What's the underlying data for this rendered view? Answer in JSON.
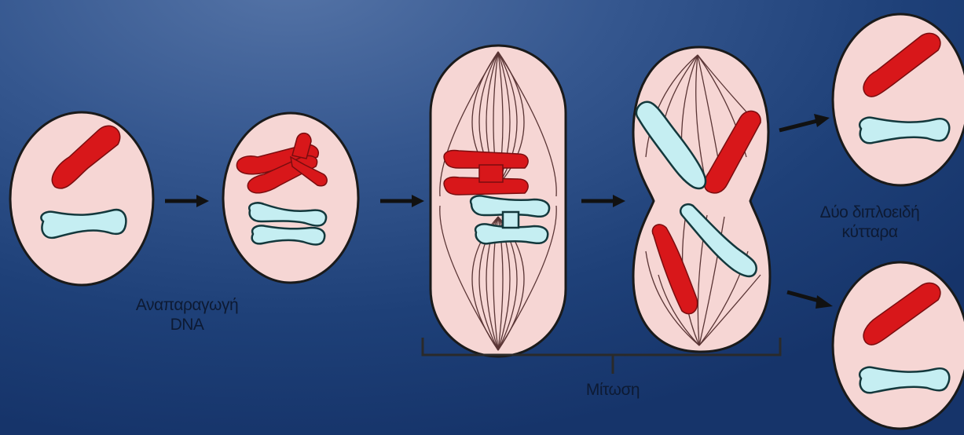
{
  "labels": {
    "replication": "Αναπαραγωγή",
    "replication_sub": "DNA",
    "mitosis": "Μίτωση",
    "two_cells": "Δύο διπλοειδή",
    "two_cells_sub": "κύτταρα"
  },
  "colors": {
    "background": "#23467f",
    "cell_fill": "#f6d6d4",
    "cell_outline": "#1a1a1a",
    "chromosome_red": "#d8171a",
    "chromosome_blue": "#c5eef2",
    "arrow": "#111111"
  },
  "stages": [
    "cell-initial",
    "cell-replicated",
    "cell-metaphase",
    "cell-anaphase",
    "daughter-cell-top",
    "daughter-cell-bottom"
  ]
}
